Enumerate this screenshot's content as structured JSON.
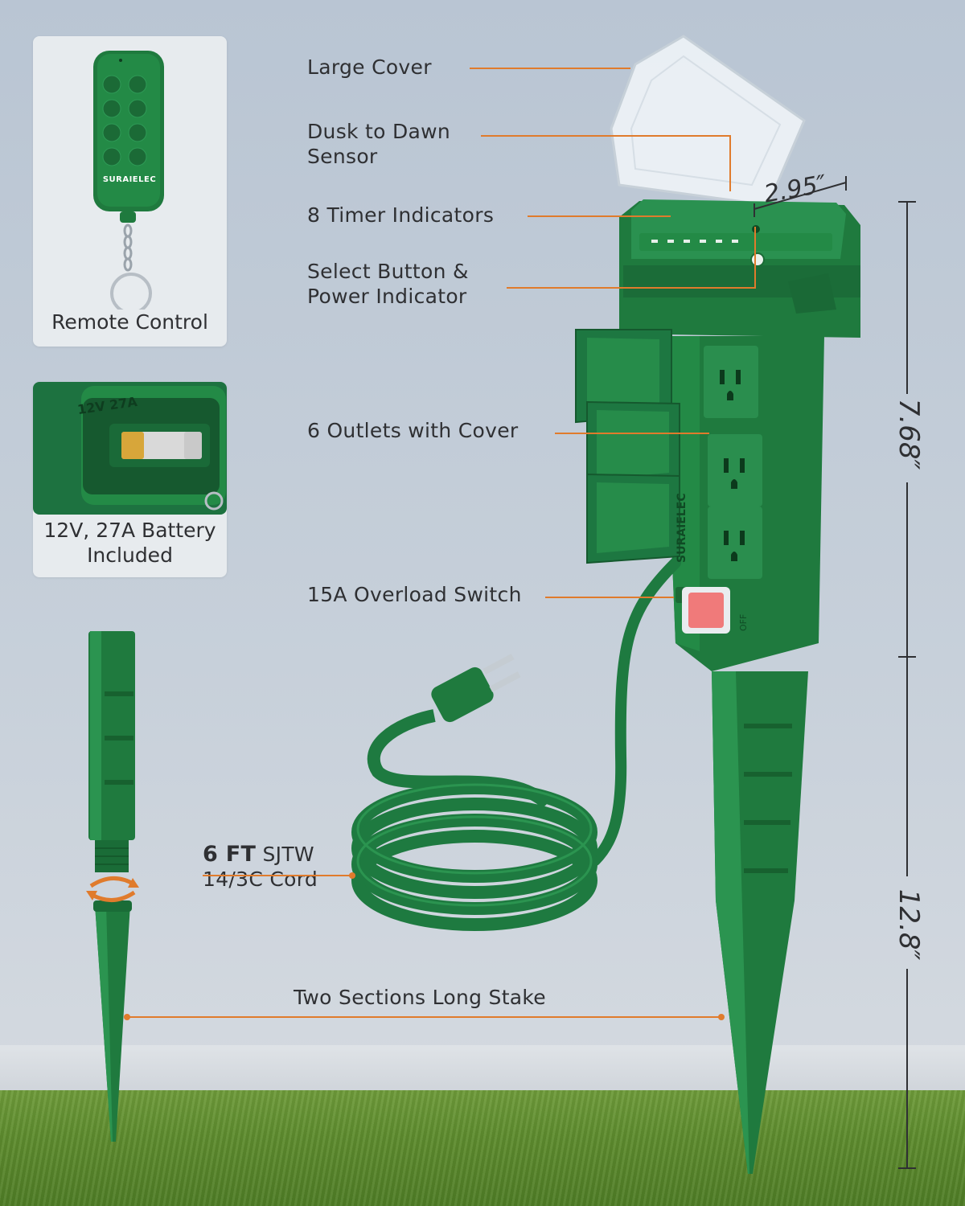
{
  "callouts": {
    "large_cover": "Large Cover",
    "dusk_to_dawn": "Dusk to Dawn\nSensor",
    "timer_indicators": "8 Timer Indicators",
    "select_button": "Select Button &\nPower Indicator",
    "outlets": "6 Outlets with Cover",
    "overload_switch": "15A Overload Switch",
    "cord_bold": "6 FT",
    "cord_line1_rest": " SJTW",
    "cord_line2": "14/3C Cord",
    "stake": "Two Sections Long Stake"
  },
  "cards": {
    "remote_label": "Remote Control",
    "battery_label": "12V, 27A Battery\nIncluded",
    "remote_brand": "SURAIELEC",
    "battery_print": "12V 27A"
  },
  "dimensions": {
    "width": "2.95″",
    "upper_height": "7.68″",
    "lower_height": "12.8″"
  },
  "product": {
    "brand": "SURAIELEC",
    "switch_off": "OFF"
  },
  "colors": {
    "accent": "#e07b2c",
    "product_green": "#1f7a3e",
    "text": "#2f3033"
  }
}
